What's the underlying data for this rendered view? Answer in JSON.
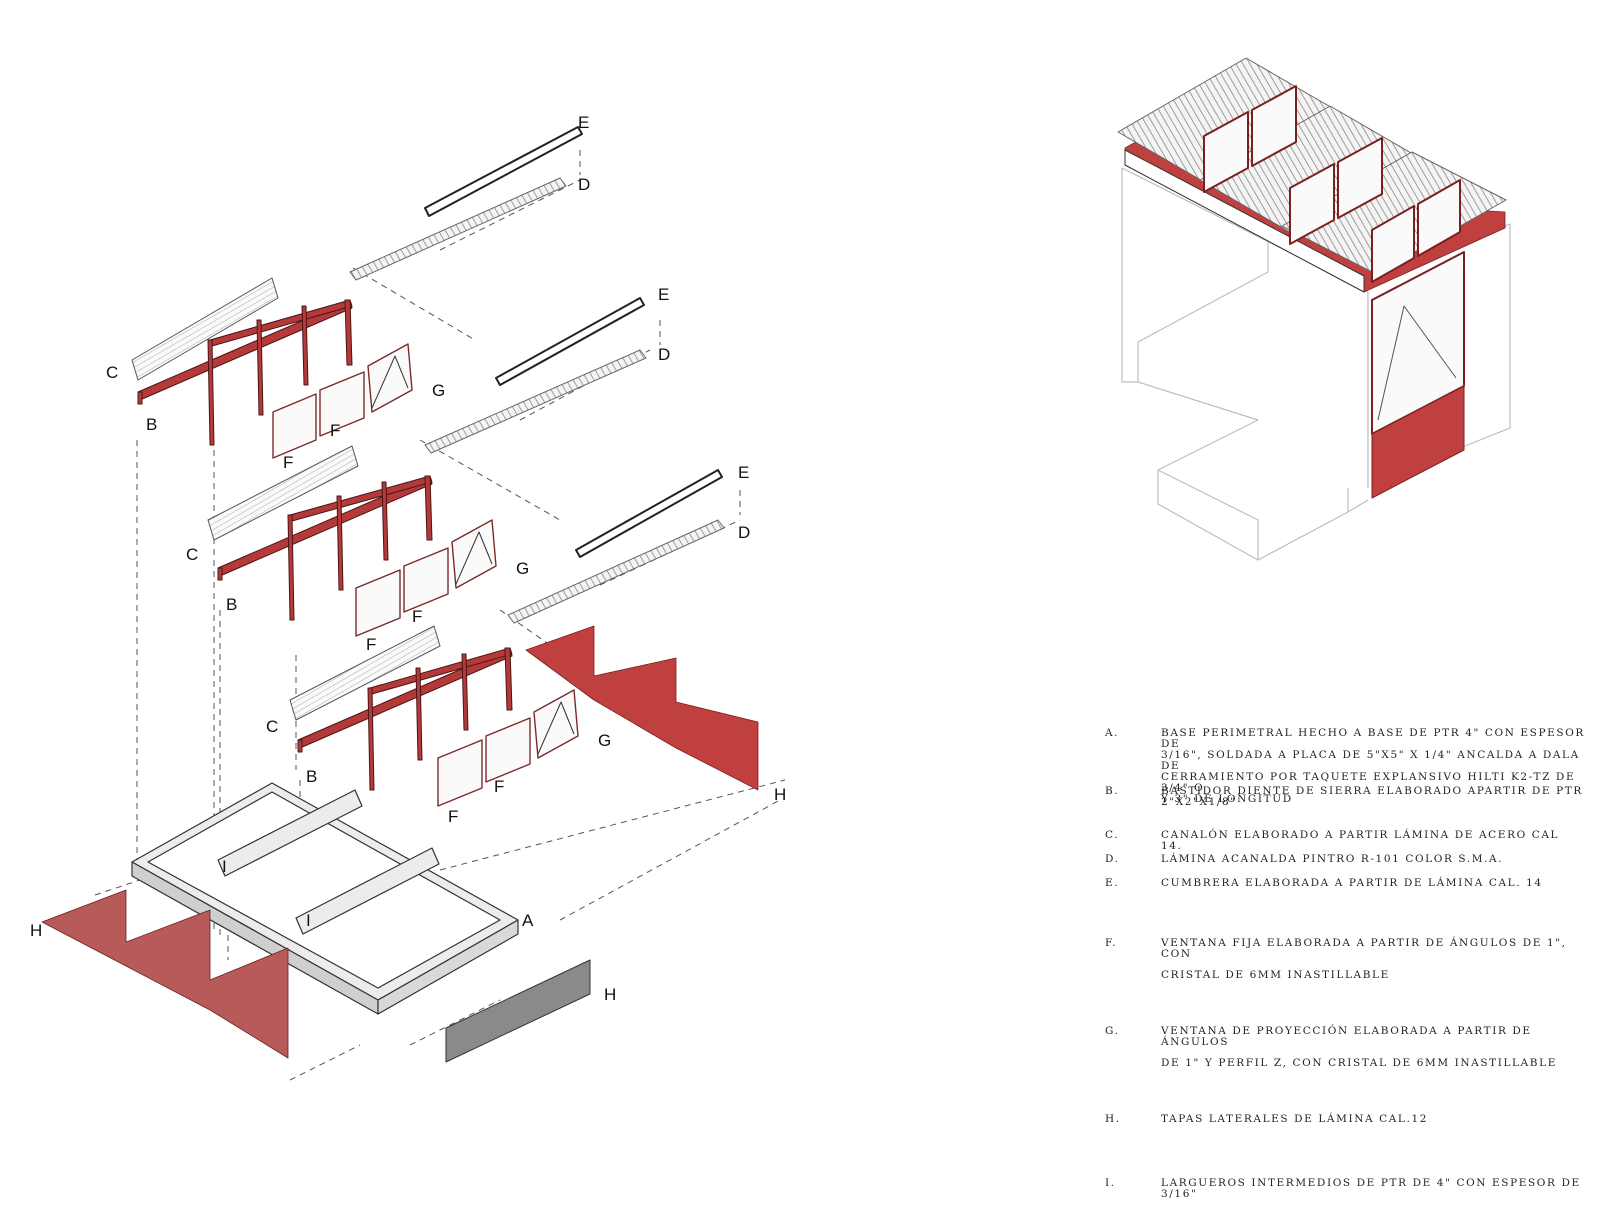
{
  "callouts": {
    "A": "A",
    "B": "B",
    "C": "C",
    "D": "D",
    "E": "E",
    "F": "F",
    "G": "G",
    "H": "H",
    "I": "I"
  },
  "legend": [
    {
      "key": "A.",
      "lines": [
        "Base perimetral hecho a base de PTR 4\" con espesor de",
        "3/16\", soldada a placa de 5\"X5\" X 1/4\" ancalda a dala de",
        "cerramiento por taquete explansivo Hilti K2-TZ de 3/4\" O",
        "y 3\" de longitud"
      ]
    },
    {
      "key": "B.",
      "lines": [
        "Bastidor diente de sierra elaborado apartir de PTR",
        "2\"X2\"X1/8\""
      ]
    },
    {
      "key": "C.",
      "lines": [
        "Canalón elaborado a partir lámina de acero cal 14."
      ]
    },
    {
      "key": "D.",
      "lines": [
        "Lámina acanalda Pintro R-101 color S.M.A."
      ]
    },
    {
      "key": "E.",
      "lines": [
        "Cumbrera elaborada a partir de lámina cal. 14"
      ]
    },
    {
      "key": "F.",
      "lines": [
        "Ventana fija elaborada a partir de ángulos de 1\", con",
        "cristal de 6mm inastillable"
      ]
    },
    {
      "key": "G.",
      "lines": [
        "Ventana de proyección elaborada a partir de ángulos",
        "de 1\" y perfil Z, con cristal de 6mm inastillable"
      ]
    },
    {
      "key": "H.",
      "lines": [
        "Tapas laterales de lámina cal.12"
      ]
    },
    {
      "key": "I.",
      "lines": [
        "Largueros intermedios de PTR de 4\" con espesor de 3/16\""
      ]
    }
  ],
  "colors": {
    "steel_red": "#b43a3a",
    "panel_red": "#c0403f",
    "side_red": "#b85a5a",
    "grey_panel": "#8a8a8a",
    "line": "#333333"
  }
}
